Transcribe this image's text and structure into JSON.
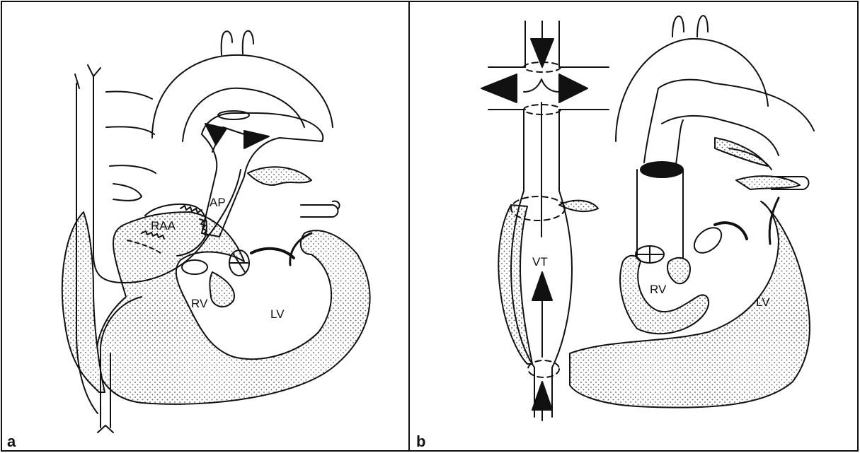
{
  "panels": [
    {
      "letter": "a",
      "labels": {
        "pulmonary_artery": "AP",
        "right_atrial_appendage": "RAA",
        "right_ventricle": "RV",
        "left_ventricle": "LV"
      }
    },
    {
      "letter": "b",
      "labels": {
        "vascular_tube": "VT",
        "right_ventricle": "RV",
        "left_ventricle": "LV"
      }
    }
  ],
  "colors": {
    "ink": "#111111",
    "stipple": "#555555",
    "background": "#ffffff"
  }
}
